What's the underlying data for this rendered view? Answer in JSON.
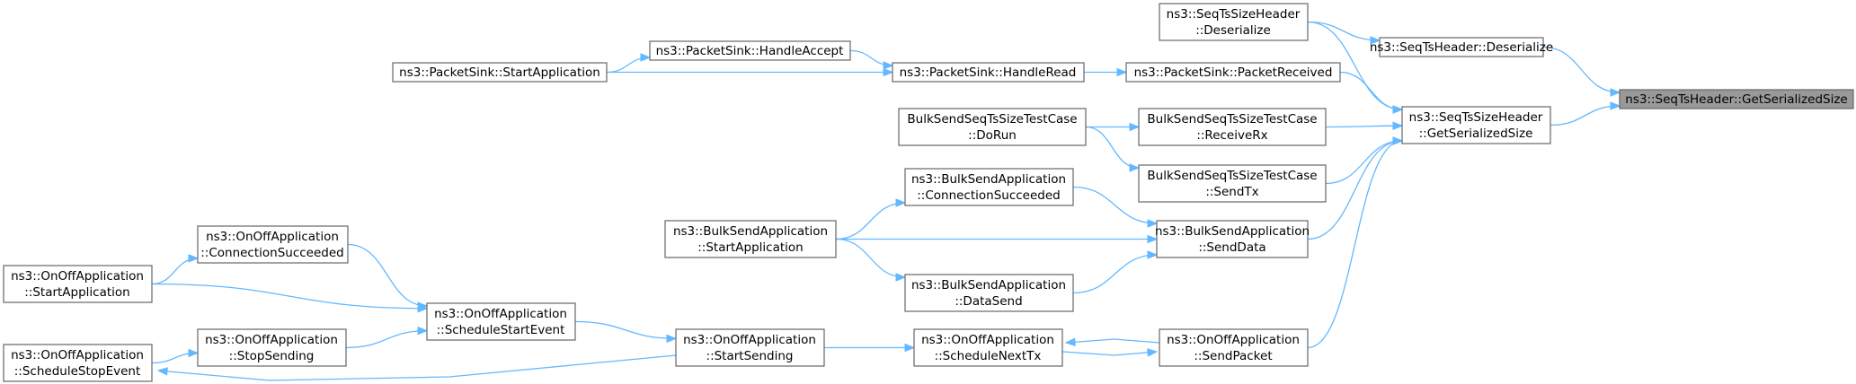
{
  "colors": {
    "edge": "#63b8ff",
    "node_border": "#666666",
    "highlight_fill": "#999999"
  },
  "nodes": {
    "get_serialized_size": {
      "lines": [
        "ns3::SeqTsHeader::GetSerializedSize"
      ],
      "highlight": true
    },
    "seqts_deserialize": {
      "lines": [
        "ns3::SeqTsHeader::Deserialize"
      ]
    },
    "seqtssize_get_serialized_size": {
      "lines": [
        "ns3::SeqTsSizeHeader",
        "::GetSerializedSize"
      ]
    },
    "seqtssize_deserialize": {
      "lines": [
        "ns3::SeqTsSizeHeader",
        "::Deserialize"
      ]
    },
    "packetsink_packet_received": {
      "lines": [
        "ns3::PacketSink::PacketReceived"
      ]
    },
    "packetsink_handle_read": {
      "lines": [
        "ns3::PacketSink::HandleRead"
      ]
    },
    "packetsink_handle_accept": {
      "lines": [
        "ns3::PacketSink::HandleAccept"
      ]
    },
    "packetsink_start_application": {
      "lines": [
        "ns3::PacketSink::StartApplication"
      ]
    },
    "testcase_receive_rx": {
      "lines": [
        "BulkSendSeqTsSizeTestCase",
        "::ReceiveRx"
      ]
    },
    "testcase_do_run": {
      "lines": [
        "BulkSendSeqTsSizeTestCase",
        "::DoRun"
      ]
    },
    "testcase_send_tx": {
      "lines": [
        "BulkSendSeqTsSizeTestCase",
        "::SendTx"
      ]
    },
    "bulksend_send_data": {
      "lines": [
        "ns3::BulkSendApplication",
        "::SendData"
      ]
    },
    "bulksend_connection_succeeded": {
      "lines": [
        "ns3::BulkSendApplication",
        "::ConnectionSucceeded"
      ]
    },
    "bulksend_start_application": {
      "lines": [
        "ns3::BulkSendApplication",
        "::StartApplication"
      ]
    },
    "bulksend_data_send": {
      "lines": [
        "ns3::BulkSendApplication",
        "::DataSend"
      ]
    },
    "onoff_send_packet": {
      "lines": [
        "ns3::OnOffApplication",
        "::SendPacket"
      ]
    },
    "onoff_schedule_next_tx": {
      "lines": [
        "ns3::OnOffApplication",
        "::ScheduleNextTx"
      ]
    },
    "onoff_start_sending": {
      "lines": [
        "ns3::OnOffApplication",
        "::StartSending"
      ]
    },
    "onoff_schedule_start_event": {
      "lines": [
        "ns3::OnOffApplication",
        "::ScheduleStartEvent"
      ]
    },
    "onoff_connection_succeeded": {
      "lines": [
        "ns3::OnOffApplication",
        "::ConnectionSucceeded"
      ]
    },
    "onoff_start_application": {
      "lines": [
        "ns3::OnOffApplication",
        "::StartApplication"
      ]
    },
    "onoff_stop_sending": {
      "lines": [
        "ns3::OnOffApplication",
        "::StopSending"
      ]
    },
    "onoff_schedule_stop_event": {
      "lines": [
        "ns3::OnOffApplication",
        "::ScheduleStopEvent"
      ]
    }
  },
  "edges": [
    {
      "from": "seqts_deserialize",
      "to": "get_serialized_size"
    },
    {
      "from": "seqtssize_get_serialized_size",
      "to": "get_serialized_size"
    },
    {
      "from": "seqtssize_deserialize",
      "to": "seqts_deserialize"
    },
    {
      "from": "seqtssize_deserialize",
      "to": "seqtssize_get_serialized_size"
    },
    {
      "from": "packetsink_packet_received",
      "to": "seqtssize_get_serialized_size"
    },
    {
      "from": "testcase_receive_rx",
      "to": "seqtssize_get_serialized_size"
    },
    {
      "from": "testcase_send_tx",
      "to": "seqtssize_get_serialized_size"
    },
    {
      "from": "bulksend_send_data",
      "to": "seqtssize_get_serialized_size"
    },
    {
      "from": "onoff_send_packet",
      "to": "seqtssize_get_serialized_size"
    },
    {
      "from": "packetsink_handle_read",
      "to": "packetsink_packet_received"
    },
    {
      "from": "packetsink_handle_accept",
      "to": "packetsink_handle_read"
    },
    {
      "from": "packetsink_start_application",
      "to": "packetsink_handle_read"
    },
    {
      "from": "packetsink_start_application",
      "to": "packetsink_handle_accept"
    },
    {
      "from": "testcase_do_run",
      "to": "testcase_receive_rx"
    },
    {
      "from": "testcase_do_run",
      "to": "testcase_send_tx"
    },
    {
      "from": "bulksend_connection_succeeded",
      "to": "bulksend_send_data"
    },
    {
      "from": "bulksend_start_application",
      "to": "bulksend_send_data"
    },
    {
      "from": "bulksend_data_send",
      "to": "bulksend_send_data"
    },
    {
      "from": "bulksend_start_application",
      "to": "bulksend_connection_succeeded"
    },
    {
      "from": "bulksend_start_application",
      "to": "bulksend_data_send"
    },
    {
      "from": "onoff_schedule_next_tx",
      "to": "onoff_send_packet"
    },
    {
      "from": "onoff_send_packet",
      "to": "onoff_schedule_next_tx"
    },
    {
      "from": "onoff_start_sending",
      "to": "onoff_schedule_next_tx"
    },
    {
      "from": "onoff_schedule_start_event",
      "to": "onoff_start_sending"
    },
    {
      "from": "onoff_connection_succeeded",
      "to": "onoff_schedule_start_event"
    },
    {
      "from": "onoff_start_application",
      "to": "onoff_schedule_start_event"
    },
    {
      "from": "onoff_stop_sending",
      "to": "onoff_schedule_start_event"
    },
    {
      "from": "onoff_start_application",
      "to": "onoff_connection_succeeded"
    },
    {
      "from": "onoff_schedule_stop_event",
      "to": "onoff_stop_sending"
    },
    {
      "from": "onoff_start_sending",
      "to": "onoff_schedule_stop_event"
    }
  ]
}
